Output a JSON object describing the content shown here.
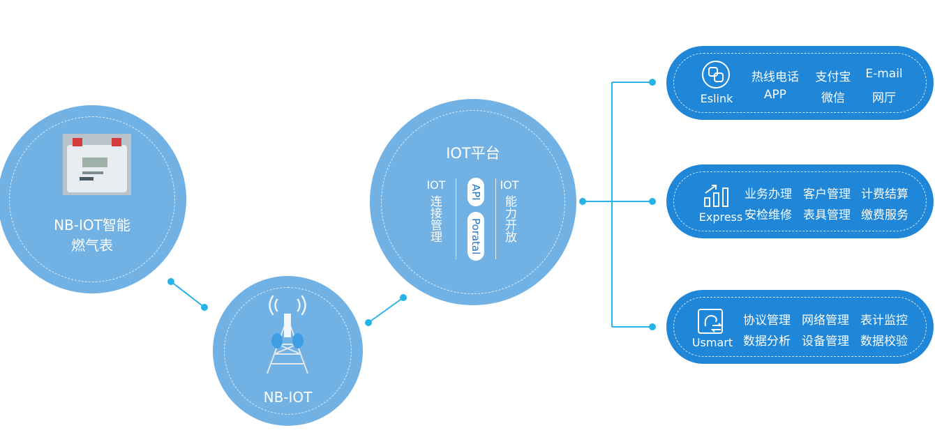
{
  "colors": {
    "node_fill": "#71b1e4",
    "card_fill": "#1f86d8",
    "connector": "#27b3e8"
  },
  "meter_node": {
    "title_line1": "NB-IOT智能",
    "title_line2": "燃气表",
    "image": "gas-meter-photo"
  },
  "nbiot_node": {
    "title": "NB-IOT",
    "image": "signal-tower-illustration"
  },
  "iot_node": {
    "title": "IOT平台",
    "left_top": "IOT",
    "left_vertical": "连接管理",
    "right_top": "IOT",
    "right_vertical": "能力开放",
    "badge_api": "API",
    "badge_portal": "Poratal"
  },
  "cards": [
    {
      "name": "Eslink",
      "icon": "eslink-icon",
      "items": [
        "热线电话",
        "支付宝",
        "E-mail",
        "APP",
        "微信",
        "网厅"
      ]
    },
    {
      "name": "Express",
      "icon": "express-icon",
      "items": [
        "业务办理",
        "客户管理",
        "计费结算",
        "安检维修",
        "表具管理",
        "缴费服务"
      ]
    },
    {
      "name": "Usmart",
      "icon": "usmart-icon",
      "items": [
        "协议管理",
        "网络管理",
        "表计监控",
        "数据分析",
        "设备管理",
        "数据校验"
      ]
    }
  ]
}
